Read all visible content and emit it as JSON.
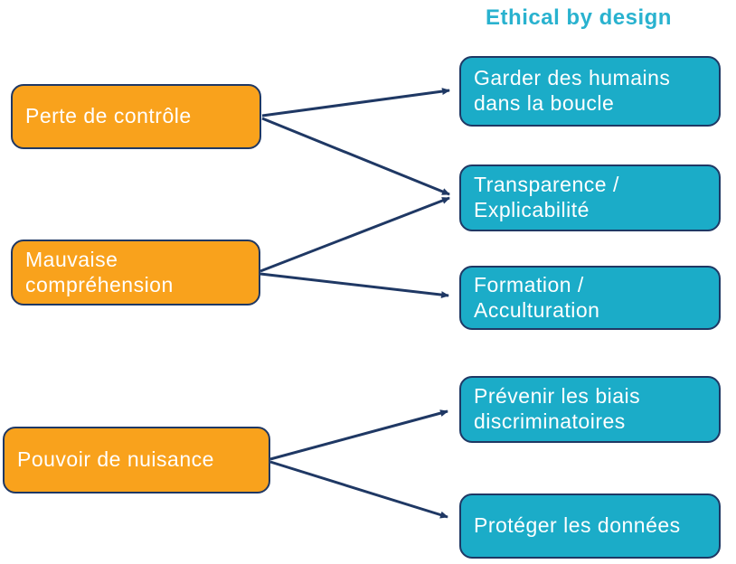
{
  "title": "Ethical by design",
  "colors": {
    "risk_fill": "#F9A21C",
    "measure_fill": "#1BACC8",
    "outline_and_arrows": "#1F3864",
    "title_text": "#29B2CF",
    "box_text": "#FFFFFF",
    "background": "#FFFFFF"
  },
  "risks": [
    {
      "id": "perte",
      "label": "Perte de contrôle"
    },
    {
      "id": "mauvaise",
      "label": "Mauvaise\ncompréhension"
    },
    {
      "id": "pouvoir",
      "label": "Pouvoir de nuisance"
    }
  ],
  "measures": [
    {
      "id": "garder",
      "label": "Garder des humains\ndans la boucle"
    },
    {
      "id": "transparence",
      "label": "Transparence /\nExplicabilité"
    },
    {
      "id": "formation",
      "label": "Formation /\nAcculturation"
    },
    {
      "id": "prevenir",
      "label": "Prévenir les biais\ndiscriminatoires"
    },
    {
      "id": "proteger",
      "label": "Protéger les données"
    }
  ],
  "connections": [
    {
      "from": "Perte de contrôle",
      "to": "Garder des humains dans la boucle"
    },
    {
      "from": "Perte de contrôle",
      "to": "Transparence / Explicabilité"
    },
    {
      "from": "Mauvaise compréhension",
      "to": "Transparence / Explicabilité"
    },
    {
      "from": "Mauvaise compréhension",
      "to": "Formation / Acculturation"
    },
    {
      "from": "Pouvoir de nuisance",
      "to": "Prévenir les biais discriminatoires"
    },
    {
      "from": "Pouvoir de nuisance",
      "to": "Protéger les données"
    }
  ]
}
